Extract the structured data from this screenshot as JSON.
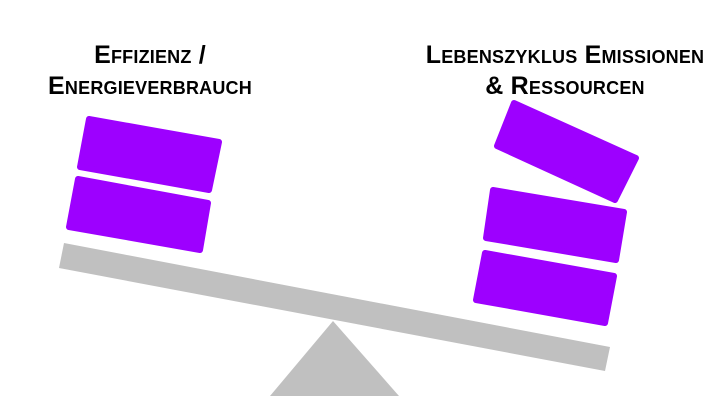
{
  "left_label": {
    "line1": "Effizienz /",
    "line2": "Energieverbrauch"
  },
  "right_label": {
    "line1": "Lebenszyklus Emissionen",
    "line2": "& Ressourcen"
  },
  "colors": {
    "block": "#9d00ff",
    "scale": "#c0c0c0",
    "text": "#000000"
  },
  "left_block_count": 2,
  "right_block_count": 3
}
